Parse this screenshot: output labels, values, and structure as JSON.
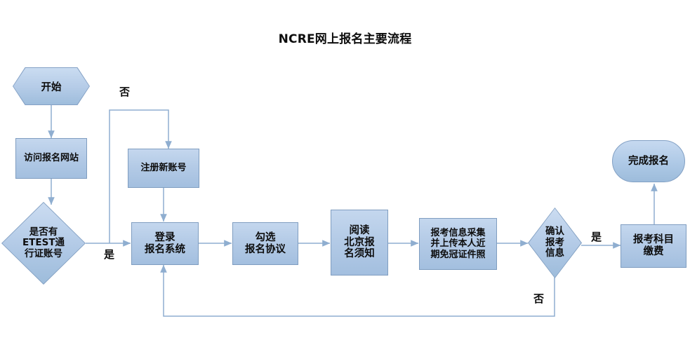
{
  "title": "NCRE网上报名主要流程",
  "theme": {
    "background": "#ffffff",
    "node_fill_top": "#c6d9f0",
    "node_fill_bottom": "#9dbcdb",
    "node_border": "#7f9dc0",
    "connector": "#8faed0",
    "text": "#0d0d0d"
  },
  "nodes": {
    "start": {
      "label": "开始",
      "shape": "hexagon"
    },
    "visit_site": {
      "label": "访问报名网站",
      "shape": "process"
    },
    "has_account": {
      "label": "是否有\nETEST通\n行证账号",
      "shape": "decision"
    },
    "register": {
      "label": "注册新账号",
      "shape": "process"
    },
    "login": {
      "label": "登录\n报名系统",
      "shape": "process"
    },
    "agreement": {
      "label": "勾选\n报名协议",
      "shape": "process"
    },
    "read_notice": {
      "label": "阅读\n北京报\n名须知",
      "shape": "process"
    },
    "collect_info": {
      "label": "报考信息采集\n并上传本人近\n期免冠证件照",
      "shape": "process"
    },
    "confirm_info": {
      "label": "确认\n报考\n信息",
      "shape": "decision"
    },
    "pay": {
      "label": "报考科目\n缴费",
      "shape": "process"
    },
    "finish": {
      "label": "完成报名",
      "shape": "pill"
    }
  },
  "edge_labels": {
    "no_register": "否",
    "yes_login": "是",
    "yes_pay": "是",
    "no_back": "否"
  },
  "chart_data": {
    "type": "flowchart",
    "title": "NCRE网上报名主要流程",
    "node_sequence": [
      "开始",
      "访问报名网站",
      "是否有ETEST通行证账号",
      "注册新账号",
      "登录报名系统",
      "勾选报名协议",
      "阅读北京报名须知",
      "报考信息采集并上传本人近期免冠证件照",
      "确认报考信息",
      "报考科目缴费",
      "完成报名"
    ],
    "edges": [
      {
        "from": "开始",
        "to": "访问报名网站",
        "label": ""
      },
      {
        "from": "访问报名网站",
        "to": "是否有ETEST通行证账号",
        "label": ""
      },
      {
        "from": "是否有ETEST通行证账号",
        "to": "注册新账号",
        "label": "否"
      },
      {
        "from": "是否有ETEST通行证账号",
        "to": "登录报名系统",
        "label": "是"
      },
      {
        "from": "注册新账号",
        "to": "登录报名系统",
        "label": ""
      },
      {
        "from": "登录报名系统",
        "to": "勾选报名协议",
        "label": ""
      },
      {
        "from": "勾选报名协议",
        "to": "阅读北京报名须知",
        "label": ""
      },
      {
        "from": "阅读北京报名须知",
        "to": "报考信息采集并上传本人近期免冠证件照",
        "label": ""
      },
      {
        "from": "报考信息采集并上传本人近期免冠证件照",
        "to": "确认报考信息",
        "label": ""
      },
      {
        "from": "确认报考信息",
        "to": "报考科目缴费",
        "label": "是"
      },
      {
        "from": "确认报考信息",
        "to": "登录报名系统",
        "label": "否"
      },
      {
        "from": "报考科目缴费",
        "to": "完成报名",
        "label": ""
      }
    ]
  }
}
